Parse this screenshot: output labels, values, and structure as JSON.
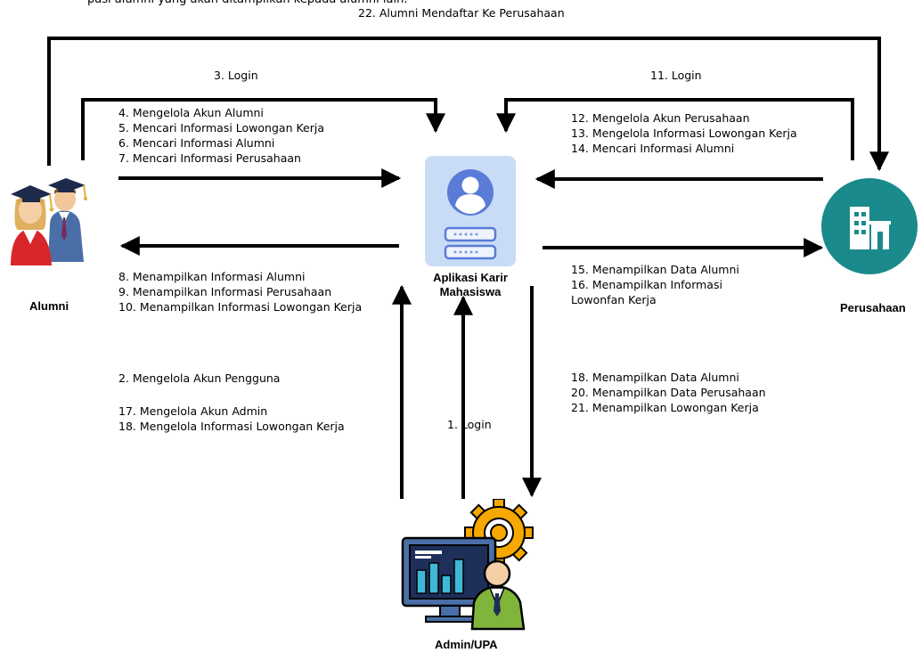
{
  "header_caption": "pasi alumni yang akan ditampilkan kepada alumni lain.",
  "actors": {
    "alumni": "Alumni",
    "perusahaan": "Perusahaan",
    "admin": "Admin/UPA",
    "app": "Aplikasi Karir Mahasiswa"
  },
  "flows": {
    "top_outer": "22. Alumni Mendaftar Ke Perusahaan",
    "alumni_login": "3. Login",
    "company_login": "11. Login",
    "admin_login": "1. Login",
    "alumni_to_app": [
      "4. Mengelola  Akun Alumni",
      "5. Mencari Informasi Lowongan Kerja",
      "6. Mencari Informasi Alumni",
      "7. Mencari Informasi Perusahaan"
    ],
    "app_to_alumni": [
      "8. Menampilkan Informasi Alumni",
      "9. Menampilkan Informasi Perusahaan",
      "10. Menampilkan Informasi Lowongan Kerja"
    ],
    "company_to_app": [
      "12. Mengelola Akun Perusahaan",
      "13. Mengelola Informasi Lowongan Kerja",
      "14. Mencari Informasi Alumni"
    ],
    "app_to_company": [
      "15. Menampilkan Data Alumni",
      "16. Menampilkan Informasi",
      "Lowonfan Kerja"
    ],
    "admin_to_app_a": [
      "2. Mengelola Akun Pengguna"
    ],
    "admin_to_app_b": [
      "17. Mengelola Akun Admin",
      "18. Mengelola Informasi Lowongan Kerja"
    ],
    "app_to_admin": [
      "18. Menampilkan Data Alumni",
      "20. Menampilkan Data Perusahaan",
      "21. Menampilkan Lowongan Kerja"
    ]
  },
  "colors": {
    "line": "#000000",
    "company_circle": "#1a8a8c",
    "app_card": "#c9dcf6",
    "app_avatar": "#5a7bd8",
    "alumni_red": "#d9262b",
    "alumni_blue": "#4a6fa8",
    "admin_green": "#7fb53a",
    "admin_gear": "#f5a800"
  },
  "icons": {
    "alumni": "graduates-icon",
    "perusahaan": "building-icon",
    "app": "login-card-icon",
    "admin": "admin-computer-gear-icon"
  }
}
